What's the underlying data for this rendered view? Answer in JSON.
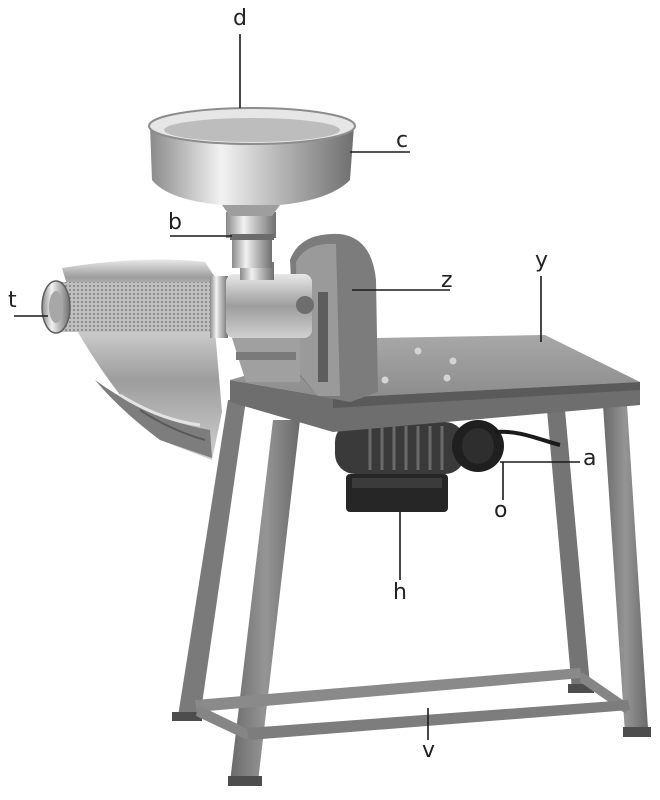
{
  "labels": {
    "d": "d",
    "c": "c",
    "b": "b",
    "z": "z",
    "y": "y",
    "t": "t",
    "a": "a",
    "o": "o",
    "h": "h",
    "v": "v"
  },
  "colors": {
    "frame": "#7b7b7b",
    "frame_dark": "#555555",
    "frame_light": "#a3a3a3",
    "steel": "#c9c9c9",
    "steel_dark": "#8a8a8a",
    "steel_light": "#f2f2f2",
    "motor": "#2b2b2b",
    "leader": "#1a1a1a"
  }
}
